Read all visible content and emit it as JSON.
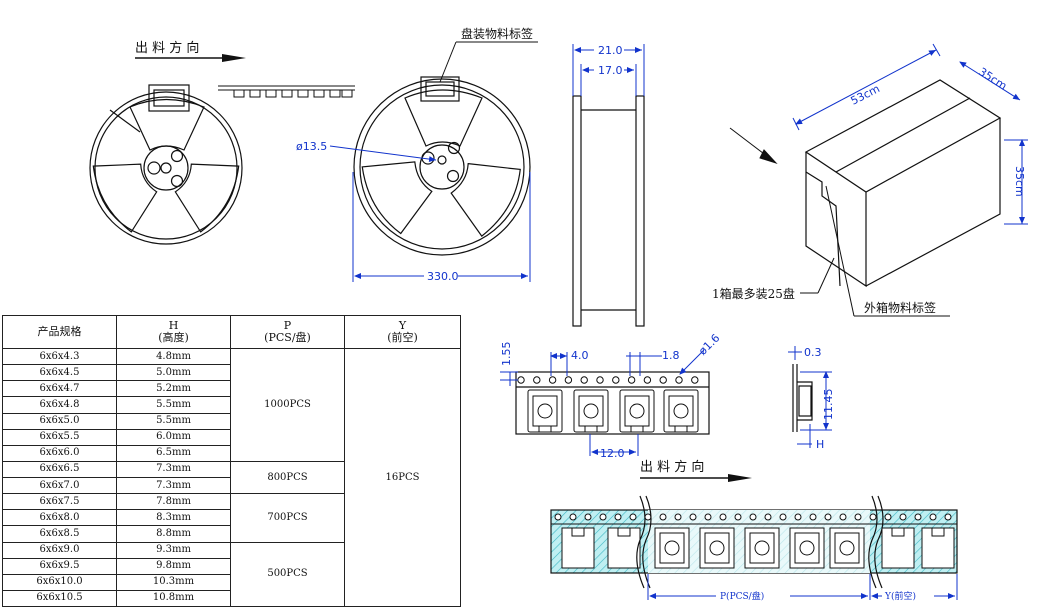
{
  "direction_label": "出 料 方 向",
  "reel_label": "盘装物料标签",
  "dim_hub": "ø13.5",
  "dim_reel_diameter": "330.0",
  "dim_reel_outer_width": "21.0",
  "dim_reel_inner_width": "17.0",
  "box": {
    "length": "53cm",
    "width": "35cm",
    "height": "35cm",
    "capacity_label": "1箱最多装25盘",
    "box_label": "外箱物料标签"
  },
  "tape": {
    "dim_edge": "1.55",
    "dim_hole_pitch": "4.0",
    "dim_hole_offset": "1.8",
    "dim_hole_dia": "ø1.6",
    "dim_pocket_pitch": "12.0",
    "dim_thickness": "0.3",
    "dim_width": "11.45",
    "dim_h": "H",
    "direction_label": "出 料 方 向",
    "p_label": "P(PCS/盘)",
    "y_label": "Y(前空)"
  },
  "table": {
    "headers": {
      "spec": "产品规格",
      "h_top": "H",
      "h_bottom": "(高度)",
      "p_top": "P",
      "p_bottom": "(PCS/盘)",
      "y_top": "Y",
      "y_bottom": "(前空)"
    },
    "rows": [
      {
        "spec": "6x6x4.3",
        "h": "4.8mm"
      },
      {
        "spec": "6x6x4.5",
        "h": "5.0mm"
      },
      {
        "spec": "6x6x4.7",
        "h": "5.2mm"
      },
      {
        "spec": "6x6x4.8",
        "h": "5.5mm"
      },
      {
        "spec": "6x6x5.0",
        "h": "5.5mm"
      },
      {
        "spec": "6x6x5.5",
        "h": "6.0mm"
      },
      {
        "spec": "6x6x6.0",
        "h": "6.5mm"
      },
      {
        "spec": "6x6x6.5",
        "h": "7.3mm"
      },
      {
        "spec": "6x6x7.0",
        "h": "7.3mm"
      },
      {
        "spec": "6x6x7.5",
        "h": "7.8mm"
      },
      {
        "spec": "6x6x8.0",
        "h": "8.3mm"
      },
      {
        "spec": "6x6x8.5",
        "h": "8.8mm"
      },
      {
        "spec": "6x6x9.0",
        "h": "9.3mm"
      },
      {
        "spec": "6x6x9.5",
        "h": "9.8mm"
      },
      {
        "spec": "6x6x10.0",
        "h": "10.3mm"
      },
      {
        "spec": "6x6x10.5",
        "h": "10.8mm"
      }
    ],
    "p_groups": [
      "1000PCS",
      "800PCS",
      "700PCS",
      "500PCS"
    ],
    "y_value": "16PCS"
  }
}
